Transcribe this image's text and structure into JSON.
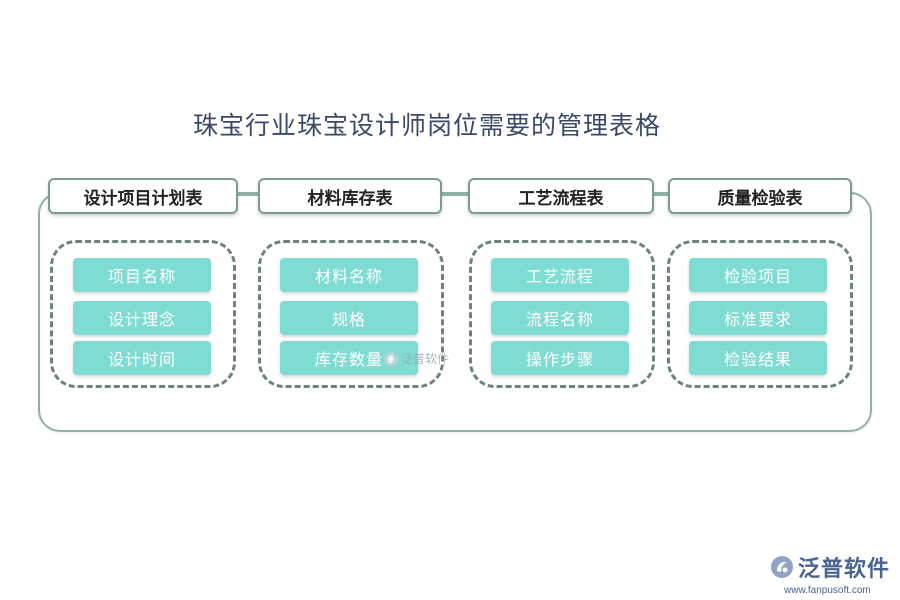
{
  "title": "珠宝行业珠宝设计师岗位需要的管理表格",
  "tables": [
    {
      "header": "设计项目计划表",
      "items": [
        "项目名称",
        "设计理念",
        "设计时间"
      ]
    },
    {
      "header": "材料库存表",
      "items": [
        "材料名称",
        "规格",
        "库存数量"
      ]
    },
    {
      "header": "工艺流程表",
      "items": [
        "工艺流程",
        "流程名称",
        "操作步骤"
      ]
    },
    {
      "header": "质量检验表",
      "items": [
        "检验项目",
        "标准要求",
        "检验结果"
      ]
    }
  ],
  "watermark": {
    "center_text": "泛普软件"
  },
  "brand": {
    "name": "泛普软件",
    "url": "www.fanpusoft.com"
  },
  "colors": {
    "item_fill": "#7fdcd2",
    "frame_border": "#8fb3a2",
    "tab_border": "#7a9e8b",
    "group_border": "#6d8576",
    "title_text": "#3a4a66",
    "brand_text": "#4a6390"
  }
}
